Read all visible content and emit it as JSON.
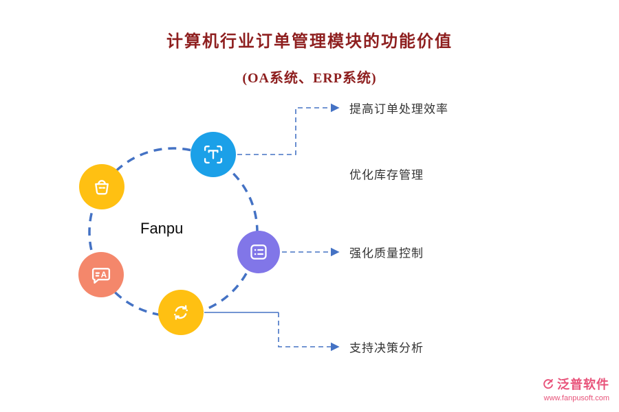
{
  "title": "计算机行业订单管理模块的功能价值",
  "subtitle": "(OA系统、ERP系统)",
  "center_label": "Fanpu",
  "benefits": [
    {
      "id": "order-efficiency",
      "label": "提高订单处理效率",
      "has_arrow": true
    },
    {
      "id": "inventory-management",
      "label": "优化库存管理",
      "has_arrow": false
    },
    {
      "id": "quality-control",
      "label": "强化质量控制",
      "has_arrow": true
    },
    {
      "id": "decision-analysis",
      "label": "支持决策分析",
      "has_arrow": true
    }
  ],
  "icons": [
    {
      "name": "text-scan-icon",
      "color": "#1ba0e8",
      "position": "top"
    },
    {
      "name": "basket-icon",
      "color": "#ffc012",
      "position": "upper-left"
    },
    {
      "name": "chat-translate-icon",
      "color": "#f4876b",
      "position": "lower-left"
    },
    {
      "name": "sync-icon",
      "color": "#ffc012",
      "position": "bottom"
    },
    {
      "name": "list-ticket-icon",
      "color": "#8176e8",
      "position": "right"
    }
  ],
  "logo": {
    "name": "泛普软件",
    "url": "www.fanpusoft.com"
  },
  "colors": {
    "title": "#8e1f1f",
    "connector": "#4472c4",
    "benefit_text": "#333333",
    "logo": "#e8537a",
    "icon_blue": "#1ba0e8",
    "icon_yellow": "#ffc012",
    "icon_salmon": "#f4876b",
    "icon_purple": "#8176e8"
  }
}
